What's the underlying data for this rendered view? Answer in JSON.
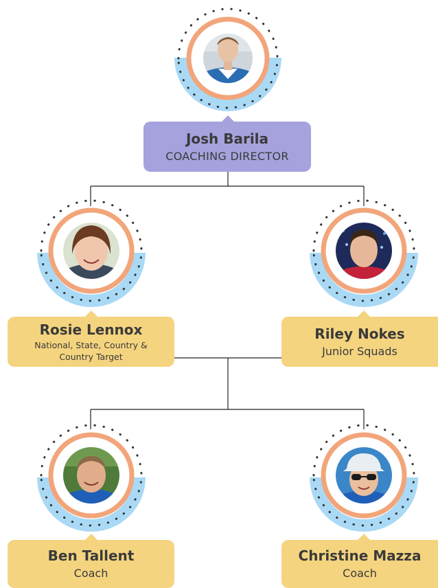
{
  "colors": {
    "connector": "#222222",
    "photo_ring": "#f2a57a",
    "arc": "#a9d9f5",
    "dots": "#333333",
    "card_director": "#a5a2dd",
    "card_member": "#f4d47f"
  },
  "nodes": [
    {
      "id": "director",
      "name": "Josh Barila",
      "role": "COACHING DIRECTOR",
      "photo": "portrait-photo-blue-polo"
    },
    {
      "id": "rosie",
      "name": "Rosie Lennox",
      "role": "National, State, Country & Country Target",
      "photo": "portrait-photo-woman-smiling"
    },
    {
      "id": "riley",
      "name": "Riley Nokes",
      "role": "Junior Squads",
      "photo": "portrait-photo-young-man"
    },
    {
      "id": "ben",
      "name": "Ben Tallent",
      "role": "Coach",
      "photo": "portrait-photo-man-outdoors"
    },
    {
      "id": "christine",
      "name": "Christine Mazza",
      "role": "Coach",
      "photo": "portrait-photo-woman-cap-sunglasses"
    }
  ]
}
